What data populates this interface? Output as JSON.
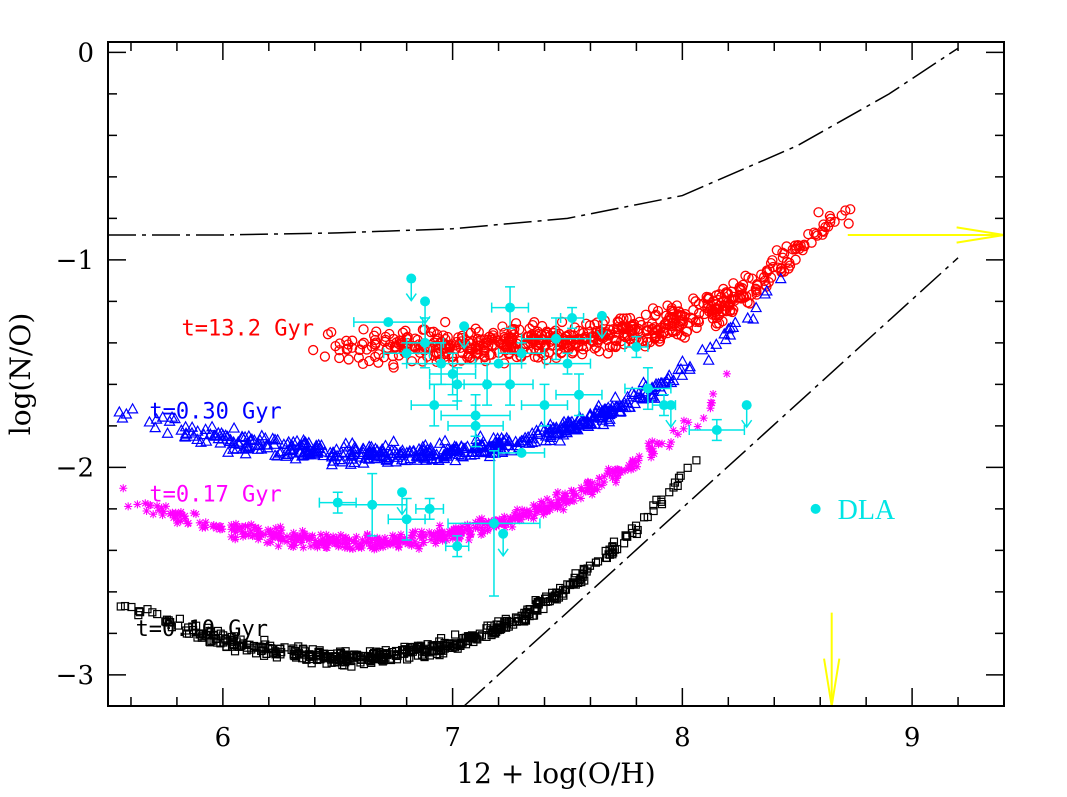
{
  "chart_data": {
    "type": "scatter",
    "xlabel": "12 + log(O/H)",
    "ylabel": "log(N/O)",
    "xlim": [
      5.5,
      9.4
    ],
    "ylim": [
      -3.15,
      0.05
    ],
    "xticks": [
      6,
      7,
      8,
      9
    ],
    "xtick_labels": [
      "6",
      "7",
      "8",
      "9"
    ],
    "yticks": [
      0,
      -1,
      -2,
      -3
    ],
    "ytick_labels": [
      "0",
      "−1",
      "−2",
      "−3"
    ],
    "grid": false,
    "colors": {
      "red": "#ff0000",
      "blue": "#0000ff",
      "magenta": "#ff00ff",
      "black": "#000000",
      "cyan": "#00e5e5",
      "yellow": "#ffff00"
    },
    "series": [
      {
        "name": "t=13.2 Gyr",
        "marker": "circle",
        "color": "#ff0000",
        "label_pos": {
          "x": 5.82,
          "y": -1.33
        },
        "x": [
          6.3,
          6.5,
          6.7,
          6.9,
          7.1,
          7.3,
          7.5,
          7.7,
          7.9,
          8.1,
          8.2,
          8.3,
          8.4,
          8.5,
          8.6,
          8.7,
          8.75,
          8.8
        ],
        "y": [
          -1.42,
          -1.43,
          -1.42,
          -1.41,
          -1.41,
          -1.4,
          -1.39,
          -1.36,
          -1.32,
          -1.26,
          -1.21,
          -1.14,
          -1.05,
          -0.95,
          -0.84,
          -0.76,
          -0.71,
          -0.69
        ],
        "spread": 0.12
      },
      {
        "name": "t=0.30 Gyr",
        "marker": "triangle",
        "color": "#0000ff",
        "label_pos": {
          "x": 5.68,
          "y": -1.73
        },
        "x": [
          5.5,
          5.7,
          5.9,
          6.1,
          6.3,
          6.5,
          6.7,
          6.9,
          7.1,
          7.3,
          7.5,
          7.7,
          7.9,
          8.1,
          8.3,
          8.45
        ],
        "y": [
          -1.72,
          -1.79,
          -1.84,
          -1.88,
          -1.91,
          -1.93,
          -1.94,
          -1.93,
          -1.91,
          -1.87,
          -1.81,
          -1.72,
          -1.61,
          -1.46,
          -1.26,
          -1.07
        ],
        "spread": 0.07
      },
      {
        "name": "t=0.17 Gyr",
        "marker": "star",
        "color": "#ff00ff",
        "label_pos": {
          "x": 5.68,
          "y": -2.13
        },
        "x": [
          5.5,
          5.7,
          5.9,
          6.1,
          6.3,
          6.5,
          6.7,
          6.9,
          7.1,
          7.3,
          7.5,
          7.7,
          7.9,
          8.1,
          8.27
        ],
        "y": [
          -2.1,
          -2.2,
          -2.27,
          -2.31,
          -2.34,
          -2.36,
          -2.36,
          -2.34,
          -2.3,
          -2.24,
          -2.15,
          -2.04,
          -1.9,
          -1.72,
          -1.45
        ],
        "spread": 0.06
      },
      {
        "name": "t=0.10 Gyr",
        "marker": "square",
        "color": "#000000",
        "label_pos": {
          "x": 5.62,
          "y": -2.78
        },
        "x": [
          5.5,
          5.7,
          5.9,
          6.1,
          6.3,
          6.5,
          6.7,
          6.9,
          7.1,
          7.3,
          7.5,
          7.7,
          7.9,
          8.1
        ],
        "y": [
          -2.62,
          -2.72,
          -2.8,
          -2.86,
          -2.9,
          -2.92,
          -2.91,
          -2.88,
          -2.82,
          -2.72,
          -2.58,
          -2.4,
          -2.18,
          -1.9
        ],
        "spread": 0.05
      }
    ],
    "dla": {
      "name": "DLA",
      "color": "#00e5e5",
      "legend_pos": {
        "x": 8.58,
        "y": -2.2
      },
      "points": [
        {
          "x": 6.72,
          "y": -1.3,
          "xerr": 0.15,
          "yerr": 0.0
        },
        {
          "x": 6.8,
          "y": -1.45,
          "xerr": 0.1,
          "yerr": 0.05
        },
        {
          "x": 6.82,
          "y": -1.09,
          "xerr": 0.0,
          "yerr": 0.0,
          "limit": "lower"
        },
        {
          "x": 6.88,
          "y": -1.4,
          "xerr": 0.08,
          "yerr": 0.12
        },
        {
          "x": 6.88,
          "y": -1.2,
          "xerr": 0.0,
          "yerr": 0.0,
          "limit": "upper"
        },
        {
          "x": 6.95,
          "y": -1.5,
          "xerr": 0.15,
          "yerr": 0.1
        },
        {
          "x": 7.0,
          "y": -1.55,
          "xerr": 0.1,
          "yerr": 0.1
        },
        {
          "x": 7.05,
          "y": -1.32,
          "xerr": 0.0,
          "yerr": 0.0,
          "limit": "upper"
        },
        {
          "x": 6.92,
          "y": -1.7,
          "xerr": 0.1,
          "yerr": 0.1
        },
        {
          "x": 7.1,
          "y": -1.75,
          "xerr": 0.15,
          "yerr": 0.1
        },
        {
          "x": 7.1,
          "y": -1.8,
          "xerr": 0.12,
          "yerr": 0.1
        },
        {
          "x": 7.2,
          "y": -1.5,
          "xerr": 0.1,
          "yerr": 0.0
        },
        {
          "x": 7.25,
          "y": -1.23,
          "xerr": 0.08,
          "yerr": 0.1
        },
        {
          "x": 7.25,
          "y": -1.6,
          "xerr": 0.1,
          "yerr": 0.1
        },
        {
          "x": 7.3,
          "y": -1.45,
          "xerr": 0.1,
          "yerr": 0.05
        },
        {
          "x": 7.3,
          "y": -1.93,
          "xerr": 0.1,
          "yerr": 0.0
        },
        {
          "x": 7.4,
          "y": -1.7,
          "xerr": 0.1,
          "yerr": 0.1
        },
        {
          "x": 7.45,
          "y": -1.38,
          "xerr": 0.15,
          "yerr": 0.1
        },
        {
          "x": 7.5,
          "y": -1.5,
          "xerr": 0.1,
          "yerr": 0.05
        },
        {
          "x": 7.52,
          "y": -1.28,
          "xerr": 0.05,
          "yerr": 0.05
        },
        {
          "x": 7.55,
          "y": -1.65,
          "xerr": 0.1,
          "yerr": 0.1
        },
        {
          "x": 7.65,
          "y": -1.27,
          "xerr": 0.0,
          "yerr": 0.0,
          "limit": "upper"
        },
        {
          "x": 7.8,
          "y": -1.42,
          "xerr": 0.05,
          "yerr": 0.05
        },
        {
          "x": 7.85,
          "y": -1.62,
          "xerr": 0.1,
          "yerr": 0.1
        },
        {
          "x": 7.92,
          "y": -1.7,
          "xerr": 0.05,
          "yerr": 0.05
        },
        {
          "x": 7.95,
          "y": -1.7,
          "xerr": 0.0,
          "yerr": 0.0,
          "limit": "upper"
        },
        {
          "x": 8.15,
          "y": -1.82,
          "xerr": 0.12,
          "yerr": 0.05
        },
        {
          "x": 8.28,
          "y": -1.7,
          "xerr": 0.0,
          "yerr": 0.0,
          "limit": "upper"
        },
        {
          "x": 6.5,
          "y": -2.17,
          "xerr": 0.08,
          "yerr": 0.05
        },
        {
          "x": 6.65,
          "y": -2.18,
          "xerr": 0.15,
          "yerr": 0.15
        },
        {
          "x": 6.78,
          "y": -2.12,
          "xerr": 0.0,
          "yerr": 0.0,
          "limit": "upper"
        },
        {
          "x": 6.8,
          "y": -2.25,
          "xerr": 0.08,
          "yerr": 0.1
        },
        {
          "x": 6.9,
          "y": -2.2,
          "xerr": 0.06,
          "yerr": 0.05
        },
        {
          "x": 7.02,
          "y": -2.38,
          "xerr": 0.05,
          "yerr": 0.05
        },
        {
          "x": 7.18,
          "y": -2.27,
          "xerr": 0.2,
          "yerr": 0.35
        },
        {
          "x": 7.22,
          "y": -2.32,
          "xerr": 0.0,
          "yerr": 0.0,
          "limit": "upper"
        },
        {
          "x": 7.02,
          "y": -1.6,
          "xerr": 0.12,
          "yerr": 0.08
        },
        {
          "x": 7.15,
          "y": -1.6,
          "xerr": 0.1,
          "yerr": 0.1
        }
      ]
    },
    "annotations": {
      "dash_curve": {
        "x": [
          5.5,
          6.0,
          6.5,
          7.0,
          7.5,
          8.0,
          8.5,
          8.9,
          9.2
        ],
        "y": [
          -0.88,
          -0.88,
          -0.87,
          -0.85,
          -0.8,
          -0.69,
          -0.45,
          -0.2,
          0.02
        ]
      },
      "dash_line": {
        "x": [
          7.05,
          9.2
        ],
        "y": [
          -3.15,
          -0.99
        ]
      },
      "arrow_right": {
        "x1": 8.72,
        "y1": -0.88,
        "x2": 9.4,
        "y2": -0.88,
        "color": "#ffff00"
      },
      "arrow_down": {
        "x1": 8.65,
        "y1": -2.7,
        "x2": 8.65,
        "y2": -3.15,
        "color": "#ffff00"
      }
    }
  }
}
